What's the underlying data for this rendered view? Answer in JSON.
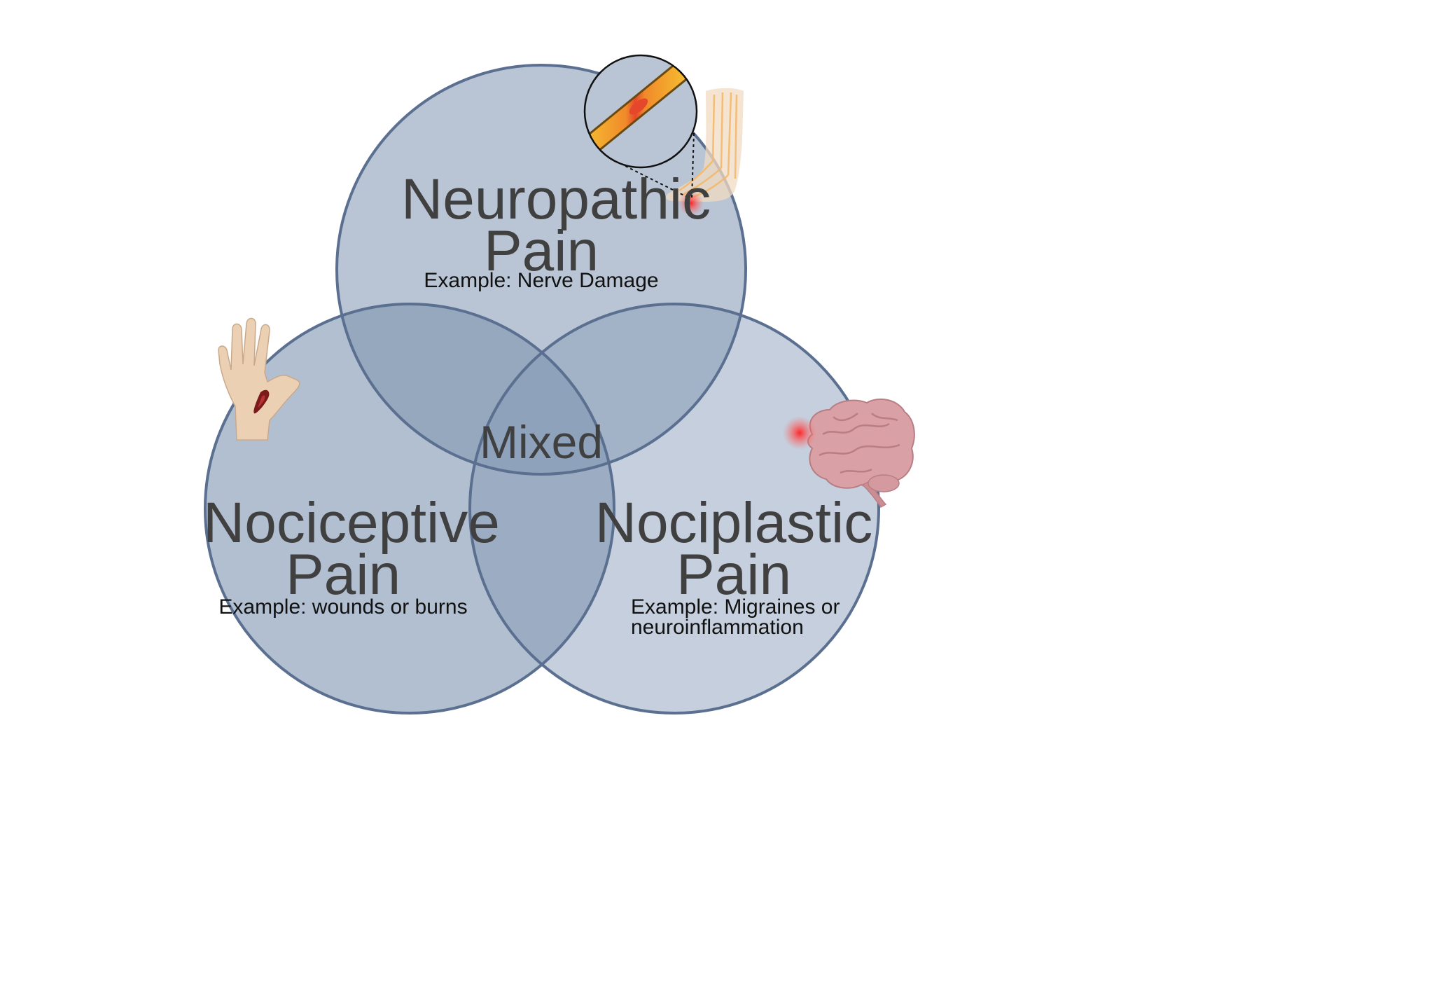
{
  "colors": {
    "background": "#ffffff",
    "circle_stroke": "#5b7090",
    "neuropathic_fill": "#b9c5d4",
    "nociceptive_fill": "#b2bfd1",
    "nociplastic_fill": "#c5cfdd",
    "overlap_top_left": "#95a8be",
    "overlap_top_right": "#a3b3c7",
    "overlap_bottom": "#9cadc3",
    "center_overlap": "#8ea2bb",
    "text_dark": "#404040",
    "text_black": "#111111",
    "nerve_yellow": "#f2b634",
    "nerve_red": "#e5472a",
    "skin": "#ecd0b3",
    "brain_pink": "#d9a1a6",
    "pain_glow": "#ff2b2b"
  },
  "circles": {
    "neuropathic": {
      "title_line1": "Neuropathic",
      "title_line2": "Pain",
      "example": "Example: Nerve Damage",
      "icon": "foot-with-nerve-damage-icon"
    },
    "nociceptive": {
      "title_line1": "Nociceptive",
      "title_line2": "Pain",
      "example": "Example: wounds or burns",
      "icon": "wounded-hand-icon"
    },
    "nociplastic": {
      "title_line1": "Nociplastic",
      "title_line2": "Pain",
      "example_line1": "Example: Migraines or",
      "example_line2": "neuroinflammation",
      "icon": "brain-icon"
    }
  },
  "center": {
    "label": "Mixed"
  },
  "magnifier": {
    "icon": "damaged-nerve-magnifier-icon"
  }
}
